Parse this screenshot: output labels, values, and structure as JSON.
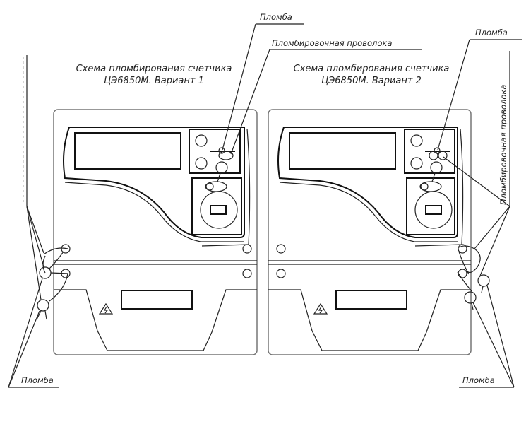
{
  "diagram": {
    "variant1": {
      "title_line1": "Схема пломбирования счетчика",
      "title_line2": "ЦЭ6850М. Вариант 1"
    },
    "variant2": {
      "title_line1": "Схема пломбирования счетчика",
      "title_line2": "ЦЭ6850М. Вариант 2"
    },
    "labels": {
      "seal_top_v1": "Пломба",
      "wire_top_v1": "Пломбировочная проволока",
      "seal_top_v2": "Пломба",
      "wire_vertical_v2": "Пломбировочная проволока",
      "seal_bottom_v1": "Пломба",
      "seal_bottom_v2": "Пломба"
    },
    "icons": {
      "warning": "high-voltage-warning-triangle"
    }
  }
}
